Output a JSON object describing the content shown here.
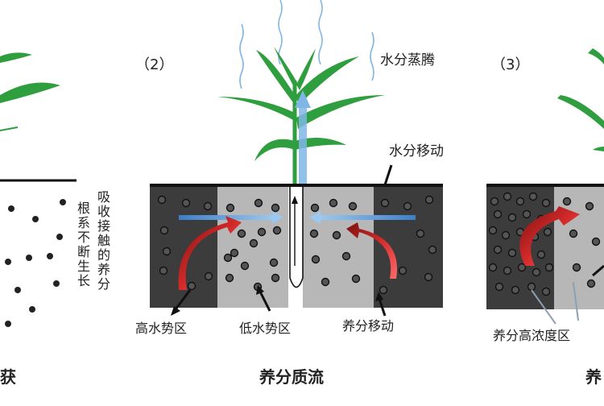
{
  "panel1": {
    "vertical_text_left": "根系不断生长",
    "vertical_text_right": "吸收接触的养分",
    "caption": "获"
  },
  "panel2": {
    "number": "（2）",
    "label_evaporation": "水分蒸腾",
    "label_water_move": "水分移动",
    "label_high_zone": "高水势区",
    "label_low_zone": "低水势区",
    "label_nutrient_move": "养分移动",
    "caption": "养分质流"
  },
  "panel3": {
    "number": "（3）",
    "label_high_conc": "养分高浓度区",
    "caption": "养"
  },
  "colors": {
    "soil_dark": "#3c3c3c",
    "soil_light": "#b7b7b7",
    "leaf": "#2e9e3e",
    "water_arrow": "#6aa9e0",
    "nutrient_arrow": "#d42a2a"
  }
}
